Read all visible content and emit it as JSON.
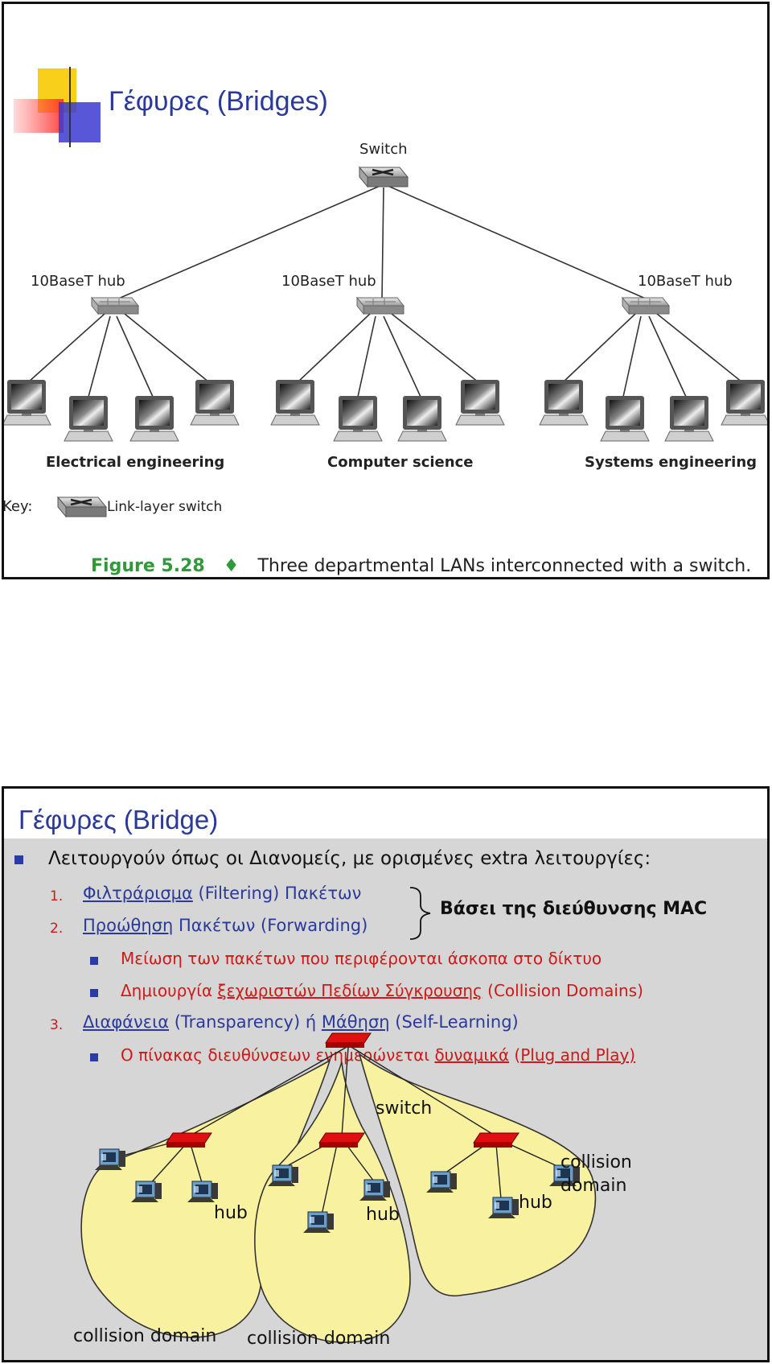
{
  "slide1": {
    "title": "Γέφυρες (Bridges)",
    "switch_label": "Switch",
    "hub_labels": [
      "10BaseT hub",
      "10BaseT hub",
      "10BaseT hub"
    ],
    "departments": [
      "Electrical engineering",
      "Computer science",
      "Systems engineering"
    ],
    "key_label": "Key:",
    "key_item": "Link-layer switch",
    "figure_number": "Figure 5.28",
    "figure_separator": "♦",
    "figure_caption": "Three departmental LANs interconnected with a switch."
  },
  "slide2": {
    "title": "Γέφυρες (Bridge)",
    "intro": "Λειτουργούν όπως οι Διανομείς, με ορισμένες extra λειτουργίες:",
    "item1": {
      "num": "1.",
      "link": "Φιλτράρισμα",
      "rest": " (Filtering) Πακέτων"
    },
    "item2": {
      "num": "2.",
      "link": "Προώθηση",
      "rest": " Πακέτων (Forwarding)"
    },
    "brace_note": "Βάσει της διεύθυνσης MAC",
    "sub1": "Μείωση των πακέτων που περιφέρονται άσκοπα στο δίκτυο",
    "sub2": {
      "pre": "Δημιουργία ",
      "link": "ξεχωριστών Πεδίων Σύγκρουσης",
      "post": " (Collision Domains)"
    },
    "item3": {
      "num": "3.",
      "link1": "Διαφάνεια",
      "mid": " (Transparency) ή ",
      "link2": "Μάθηση",
      "post": " (Self-Learning)"
    },
    "sub3": {
      "pre": "Ο πίνακας διευθύνσεων ενημερώνεται ",
      "link1": "δυναμικά",
      "mid": " (",
      "link2": "Plug and Play)",
      "post": ""
    },
    "diagram": {
      "switch_label": "switch",
      "hub_labels": [
        "hub",
        "hub",
        "hub"
      ],
      "collision_domain_right": [
        "collision",
        "domain"
      ],
      "collision_domain_left": "collision domain",
      "collision_domain_middle": "collision domain"
    }
  },
  "colors": {
    "title_blue": "#2a3a9a",
    "accent_red": "#d01818",
    "caption_green": "#2e9a3a",
    "domain_yellow": "#f8f2a0"
  }
}
